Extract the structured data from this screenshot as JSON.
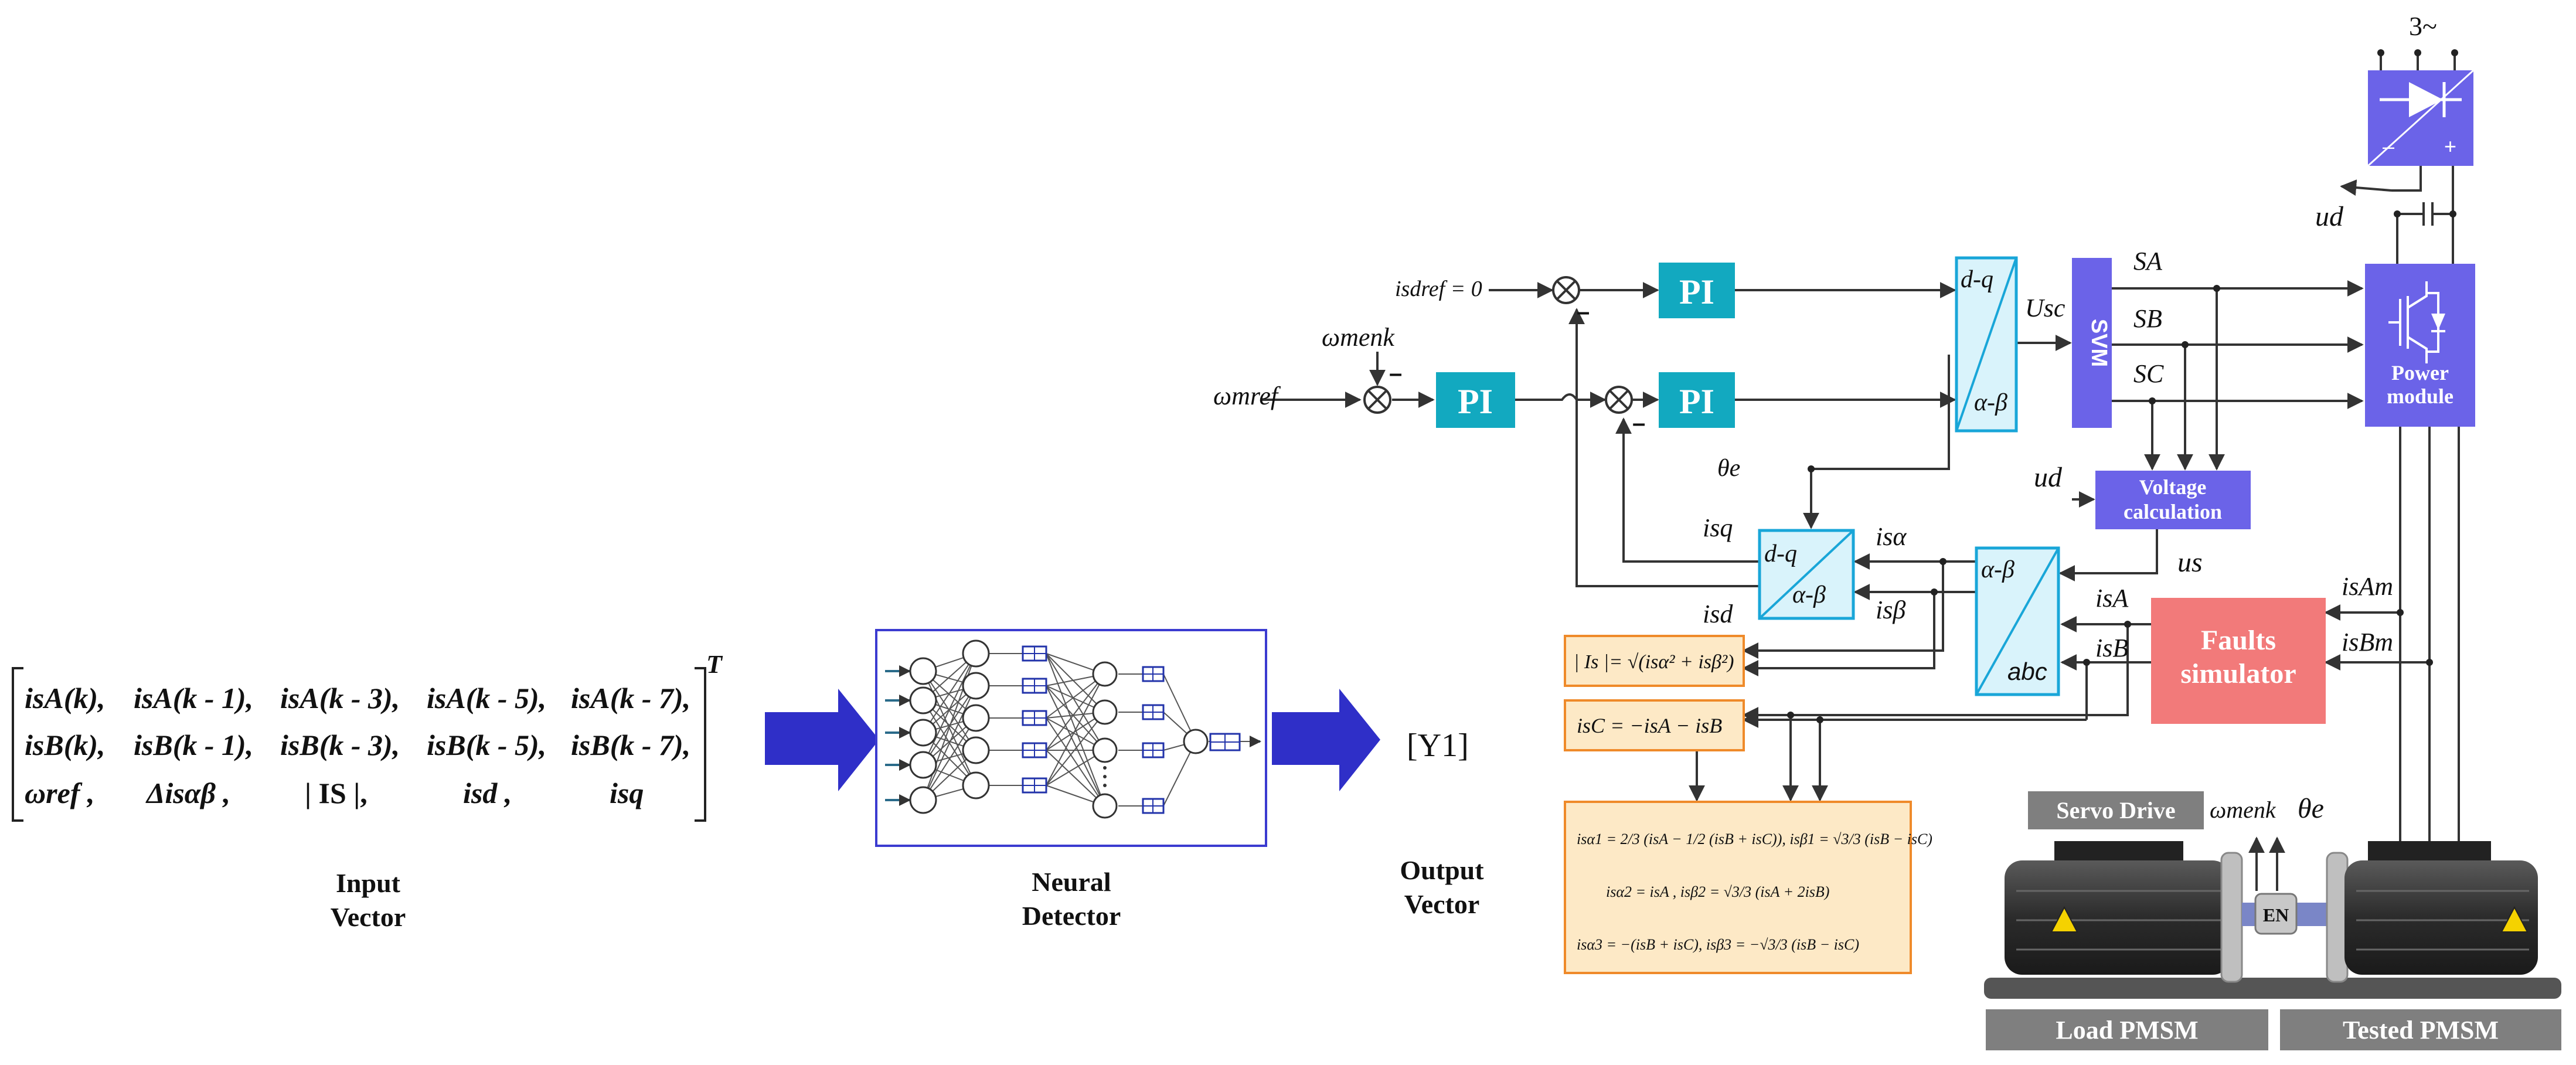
{
  "left": {
    "input_vector": {
      "row1": [
        "i",
        "sA",
        "(k),",
        "i",
        "sA",
        "(k - 1),",
        "i",
        "sA",
        "(k - 3),",
        "i",
        "sA",
        "(k - 5),",
        "i",
        "sA",
        "(k - 7),"
      ],
      "row1_items": [
        "isA(k),",
        "isA(k - 1),",
        "isA(k - 3),",
        "isA(k - 5),",
        "isA(k - 7),"
      ],
      "row2_items": [
        "isB(k),",
        "isB(k - 1),",
        "isB(k - 3),",
        "isB(k - 5),",
        "isB(k - 7),"
      ],
      "row3_items": [
        "ωref ,",
        "Δisαβ ,",
        "| IS |,",
        "isd ,",
        "isq"
      ],
      "transpose": "T",
      "label_line1": "Input",
      "label_line2": "Vector"
    },
    "neural_label_line1": "Neural",
    "neural_label_line2": "Detector",
    "output_symbol": "[Y1]",
    "output_label_line1": "Output",
    "output_label_line2": "Vector"
  },
  "blocks": {
    "pi": "PI",
    "dq": "d-q",
    "ab": "α-β",
    "abc": "abc",
    "svm": "SVM",
    "power_line1": "Power",
    "power_line2": "module",
    "voltage_line1": "Voltage",
    "voltage_line2": "calculation",
    "faults_line1": "Faults",
    "faults_line2": "simulator",
    "servo": "Servo Drive",
    "en": "EN",
    "load": "Load PMSM",
    "tested": "Tested PMSM",
    "supply": "3~"
  },
  "signals": {
    "isd_ref": "isdref = 0",
    "omega_enk": "ωmenk",
    "omega_ref": "ωmref",
    "minus": "–",
    "theta": "θe",
    "usc": "Usc",
    "sa": "SA",
    "sb": "SB",
    "sc": "SC",
    "ud": "ud",
    "us": "us",
    "isq": "isq",
    "isd": "isd",
    "isalpha": "isα",
    "isbeta": "isβ",
    "isA": "isA",
    "isB": "isB",
    "isAm": "isAm",
    "isBm": "isBm"
  },
  "formulas": {
    "is_mag": "| Is |= √(isα² + isβ²)",
    "isc": "isC = −isA − isB",
    "f1": "isα1 = 2/3 (isA − 1/2 (isB + isC)), isβ1 = √3/3 (isB − isC)",
    "f2": "isα2 = isA , isβ2 = √3/3 (isA + 2isB)",
    "f3": "isα3 = −(isB + isC), isβ3 = −√3/3 (isB − isC)"
  },
  "colors": {
    "pi": "#12a9c0",
    "transform_border": "#19a6d8",
    "transform_fill": "#d9f3fb",
    "purple": "#6b63e8",
    "faults": "#f27a7a",
    "formula_fill": "#fde9c6",
    "formula_border": "#ef8a2a",
    "arrow_blue": "#2f2fc8",
    "grey_label": "#7f7f7f"
  }
}
